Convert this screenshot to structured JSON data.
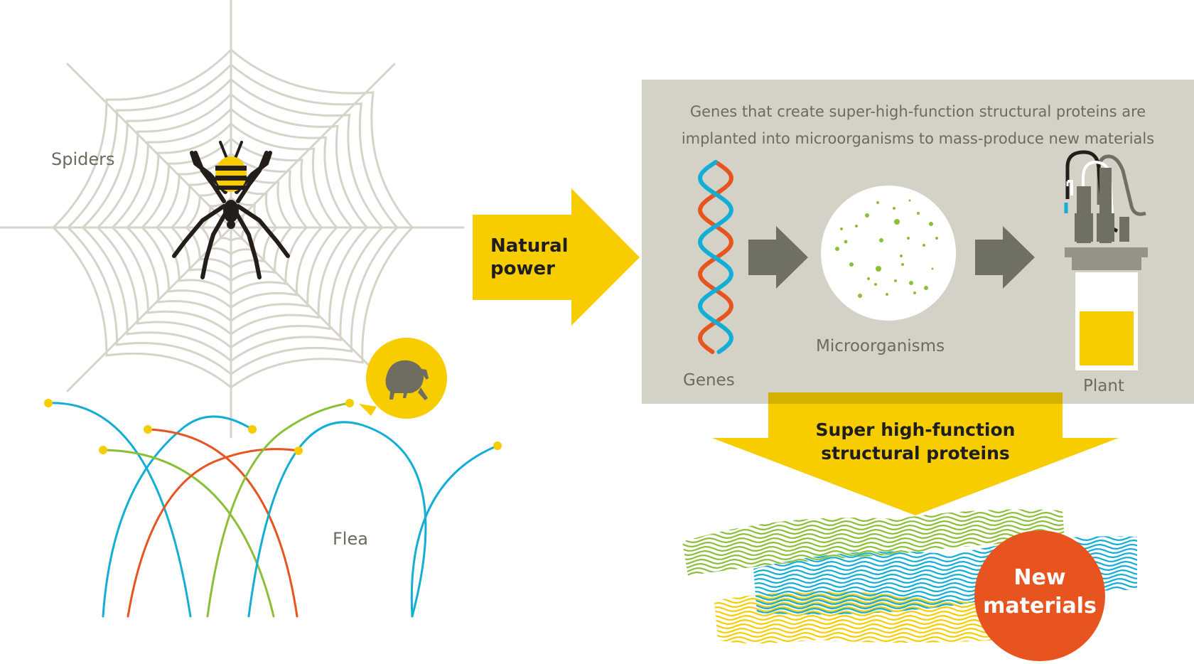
{
  "labels": {
    "spiders": "Spiders",
    "flea": "Flea",
    "genes": "Genes",
    "microorganisms": "Microorganisms",
    "plant": "Plant"
  },
  "natural_power": [
    "Natural",
    "power"
  ],
  "process_description": [
    "Genes that create super-high-function structural proteins are",
    "implanted into microorganisms to mass-produce new materials"
  ],
  "proteins_arrow": [
    "Super high-function",
    "structural proteins"
  ],
  "new_materials": [
    "New",
    "materials"
  ],
  "colors": {
    "yellow": "#f7cd00",
    "orange": "#e8541f",
    "blue": "#12aed6",
    "green": "#8bbf37",
    "web": "#d6d3c9",
    "panel": "#d4d2c6",
    "gray_arrow": "#706f63",
    "dark": "#222222"
  },
  "icons": [
    "spider-icon",
    "flea-icon",
    "dna-icon",
    "petri-dish-icon",
    "bioreactor-icon"
  ]
}
